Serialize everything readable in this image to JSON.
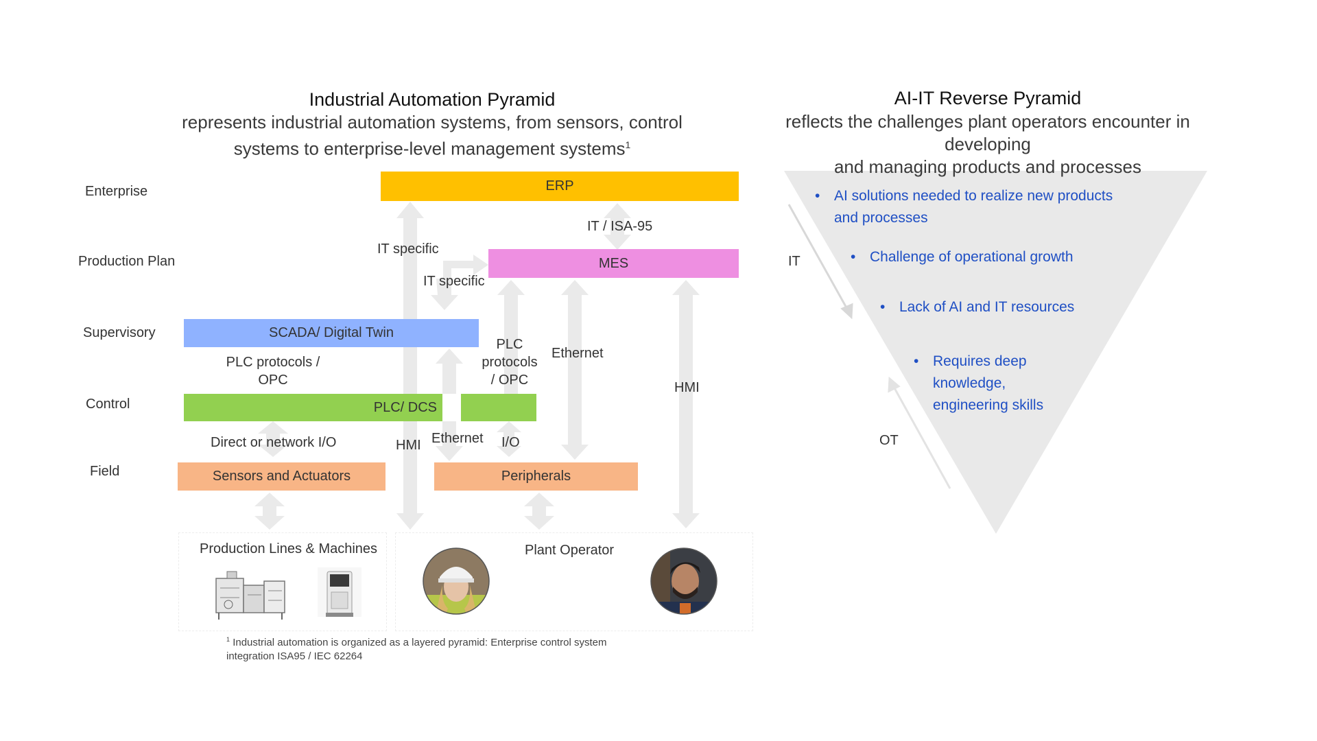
{
  "left": {
    "title": "Industrial Automation Pyramid",
    "subtitle_line1": "represents industrial automation systems, from sensors, control",
    "subtitle_line2": "systems to enterprise-level management systems",
    "subtitle_sup": "1"
  },
  "right": {
    "title": "AI-IT Reverse Pyramid",
    "subtitle_line1": "reflects the challenges plant operators encounter in developing",
    "subtitle_line2": "and managing products and processes",
    "bullets": {
      "b1_line1": "AI solutions needed to realize new products",
      "b1_line2": "and processes",
      "b2": "Challenge of operational growth",
      "b3": "Lack of AI and IT resources",
      "b4_line1": "Requires deep",
      "b4_line2": "knowledge,",
      "b4_line3": "engineering skills"
    },
    "it_label": "IT",
    "ot_label": "OT",
    "bullet_char": "•"
  },
  "levels": {
    "enterprise": "Enterprise",
    "production_plan": "Production Plan",
    "supervisory": "Supervisory",
    "control": "Control",
    "field": "Field"
  },
  "bars": {
    "erp": "ERP",
    "mes": "MES",
    "scada": "SCADA/ Digital Twin",
    "plc": "PLC/ DCS",
    "sensors": "Sensors and Actuators",
    "peripherals": "Peripherals"
  },
  "connectors": {
    "it_isa95": "IT / ISA-95",
    "it_specific_1": "IT specific",
    "it_specific_2": "IT specific",
    "plc_protocols_line1": "PLC protocols /",
    "plc_protocols_line2": "OPC",
    "plc_protocols2_line1": "PLC",
    "plc_protocols2_line2": "protocols",
    "plc_protocols2_line3": "/ OPC",
    "ethernet_1": "Ethernet",
    "ethernet_2": "Ethernet",
    "hmi_1": "HMI",
    "hmi_2": "HMI",
    "direct_io": "Direct or network I/O",
    "io": "I/O"
  },
  "bottom": {
    "production_lines": "Production Lines & Machines",
    "plant_operator": "Plant Operator"
  },
  "footnote": {
    "sup": "1",
    "line1": "Industrial automation is organized as a layered pyramid: Enterprise control system",
    "line2": "integration ISA95 / IEC 62264"
  },
  "colors": {
    "erp": "#ffc000",
    "mes": "#ee8fe1",
    "scada": "#8fb2ff",
    "plc": "#92d050",
    "sensors": "#f8b586",
    "peripherals": "#f8b586",
    "arrow": "#eaeaea",
    "triangle": "#e9e9e9",
    "bullet_text": "#1f4fc4"
  }
}
